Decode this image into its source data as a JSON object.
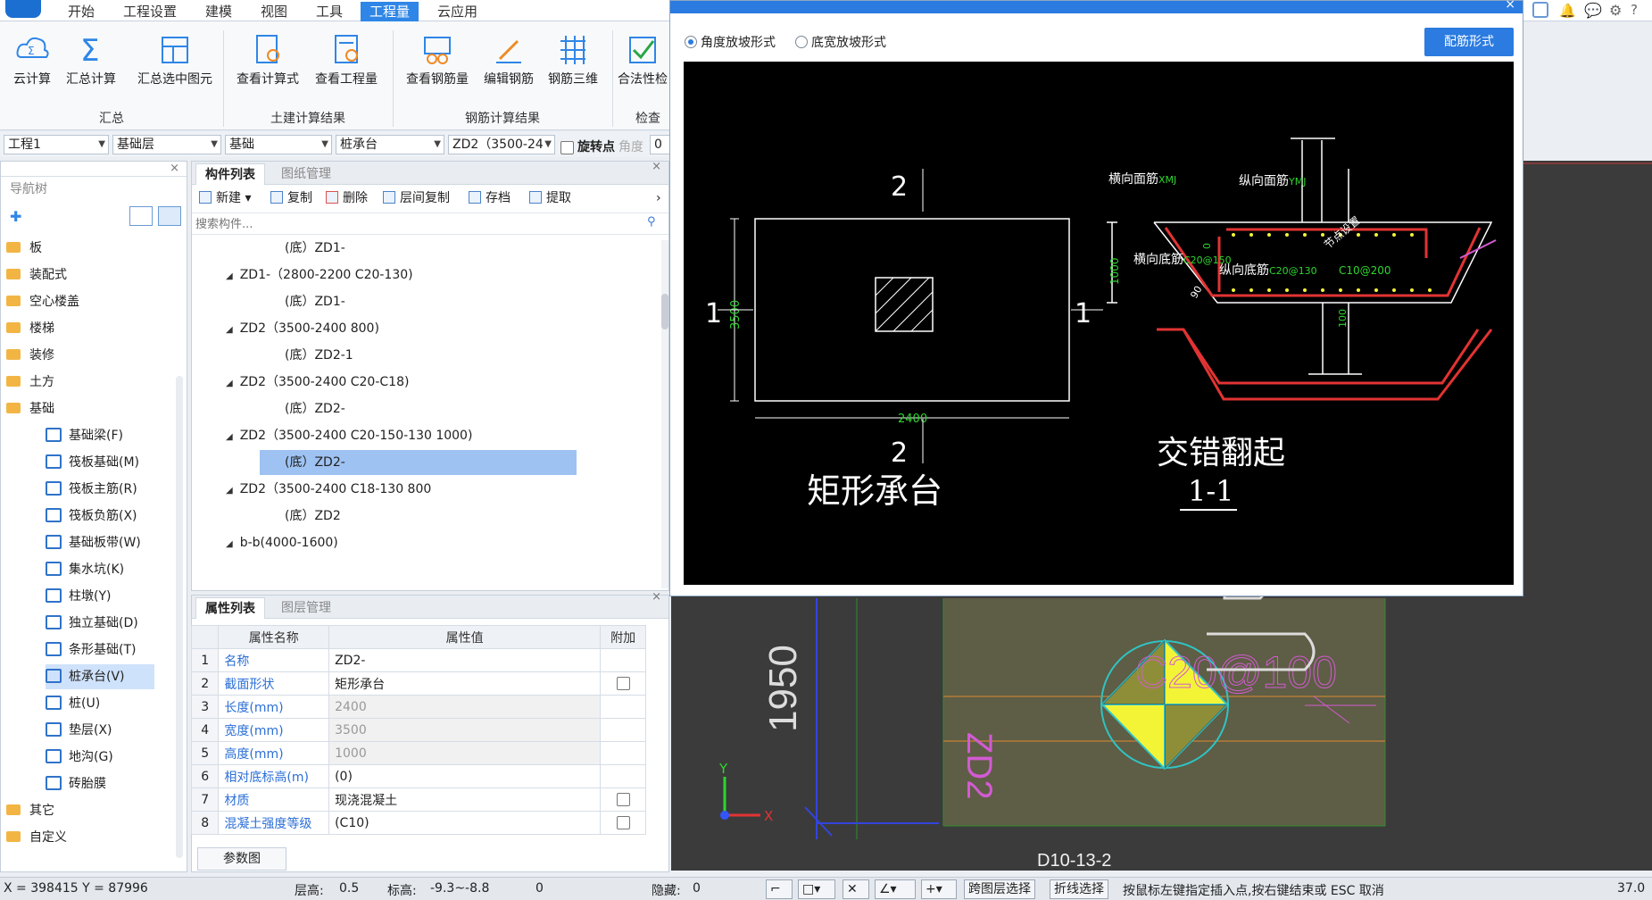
{
  "menu": {
    "items": [
      "开始",
      "工程设置",
      "建模",
      "视图",
      "工具",
      "工程量",
      "云应用"
    ],
    "active_index": 5
  },
  "ribbon": {
    "buttons": [
      "云计算",
      "汇总计算",
      "汇总选中图元",
      "查看计算式",
      "查看工程量",
      "查看钢筋量",
      "编辑钢筋",
      "钢筋三维",
      "合法性检"
    ],
    "groups": [
      "汇总",
      "土建计算结果",
      "钢筋计算结果",
      "检查"
    ]
  },
  "selectors": {
    "project": "工程1",
    "floor": "基础层",
    "category": "基础",
    "type": "桩承台",
    "component": "ZD2（3500-24",
    "rotate_label": "旋转点",
    "angle_placeholder": "角度",
    "angle_value": "0"
  },
  "nav": {
    "title": "导航树",
    "items": [
      {
        "label": "板",
        "level": 0
      },
      {
        "label": "装配式",
        "level": 0
      },
      {
        "label": "空心楼盖",
        "level": 0
      },
      {
        "label": "楼梯",
        "level": 0
      },
      {
        "label": "装修",
        "level": 0
      },
      {
        "label": "土方",
        "level": 0
      },
      {
        "label": "基础",
        "level": 0
      },
      {
        "label": "基础梁(F)",
        "level": 1
      },
      {
        "label": "筏板基础(M)",
        "level": 1
      },
      {
        "label": "筏板主筋(R)",
        "level": 1
      },
      {
        "label": "筏板负筋(X)",
        "level": 1
      },
      {
        "label": "基础板带(W)",
        "level": 1
      },
      {
        "label": "集水坑(K)",
        "level": 1
      },
      {
        "label": "柱墩(Y)",
        "level": 1
      },
      {
        "label": "独立基础(D)",
        "level": 1
      },
      {
        "label": "条形基础(T)",
        "level": 1
      },
      {
        "label": "桩承台(V)",
        "level": 1
      },
      {
        "label": "桩(U)",
        "level": 1
      },
      {
        "label": "垫层(X)",
        "level": 1
      },
      {
        "label": "地沟(G)",
        "level": 1
      },
      {
        "label": "砖胎膜",
        "level": 1
      },
      {
        "label": "其它",
        "level": 0
      },
      {
        "label": "自定义",
        "level": 0
      }
    ],
    "selected_index": 16
  },
  "components": {
    "tabs": [
      "构件列表",
      "图纸管理"
    ],
    "toolbar": [
      "新建",
      "复制",
      "删除",
      "层间复制",
      "存档",
      "提取"
    ],
    "search_placeholder": "搜索构件...",
    "rows": [
      {
        "text": "(底）ZD1-",
        "level": 1
      },
      {
        "text": "ZD1-（2800-2200 C20-130)",
        "level": 0
      },
      {
        "text": "(底）ZD1-",
        "level": 1
      },
      {
        "text": "ZD2（3500-2400  800)",
        "level": 0
      },
      {
        "text": "(底）ZD2-1",
        "level": 1
      },
      {
        "text": "ZD2（3500-2400 C20-C18)",
        "level": 0
      },
      {
        "text": "(底）ZD2-",
        "level": 1
      },
      {
        "text": "ZD2（3500-2400 C20-150-130 1000)",
        "level": 0
      },
      {
        "text": "(底）ZD2-",
        "level": 1
      },
      {
        "text": "ZD2（3500-2400 C18-130 800",
        "level": 0
      },
      {
        "text": "(底）ZD2",
        "level": 1
      },
      {
        "text": "b-b(4000-1600)",
        "level": 0
      }
    ],
    "selected_index": 8
  },
  "properties": {
    "tabs": [
      "属性列表",
      "图层管理"
    ],
    "headers": [
      "属性名称",
      "属性值",
      "附加"
    ],
    "rows": [
      {
        "n": "1",
        "name": "名称",
        "value": "ZD2-",
        "gray": false,
        "check": false
      },
      {
        "n": "2",
        "name": "截面形状",
        "value": "矩形承台",
        "gray": false,
        "check": true
      },
      {
        "n": "3",
        "name": "长度(mm)",
        "value": "2400",
        "gray": true,
        "check": false
      },
      {
        "n": "4",
        "name": "宽度(mm)",
        "value": "3500",
        "gray": true,
        "check": false
      },
      {
        "n": "5",
        "name": "高度(mm)",
        "value": "1000",
        "gray": true,
        "check": false
      },
      {
        "n": "6",
        "name": "相对底标高(m)",
        "value": "(0)",
        "gray": false,
        "check": false
      },
      {
        "n": "7",
        "name": "材质",
        "value": "现浇混凝土",
        "gray": false,
        "check": true
      },
      {
        "n": "8",
        "name": "混凝土强度等级",
        "value": "(C10)",
        "gray": false,
        "check": true
      }
    ],
    "param_button": "参数图"
  },
  "dialog": {
    "radio1": "角度放坡形式",
    "radio2": "底宽放坡形式",
    "config_button": "配筋形式",
    "drawing": {
      "rect_title": "矩形承台",
      "section_title": "交错翻起",
      "section_label": "1-1",
      "dim_width": "2400",
      "dim_height": "3500",
      "dim_depth": "1000",
      "section_marks": [
        "1",
        "2"
      ],
      "rebar_labels": {
        "h_top": "横向面筋",
        "h_top_code": "XMJ",
        "v_top": "纵向面筋",
        "v_top_code": "YMJ",
        "h_bottom": "横向底筋",
        "h_bottom_code": "C20@150",
        "v_bottom": "纵向底筋",
        "v_bottom_code": "C20@130",
        "side_code": "C10@200",
        "node": "节点设置",
        "cover": "0",
        "angle": "90",
        "len": "100"
      }
    }
  },
  "cad": {
    "dim_text": "1950",
    "label_zd": "ZD2",
    "rebar_text": "C20@100",
    "tag": "D10-13-2",
    "axis_x": "X",
    "axis_y": "Y"
  },
  "status": {
    "coords": "X = 398415 Y = 87996",
    "floor_height_label": "层高:",
    "floor_height": "0.5",
    "elev_label": "标高:",
    "elev": "-9.3~-8.8",
    "zero": "0",
    "hidden_label": "隐藏:",
    "hidden": "0",
    "cross_layer": "跨图层选择",
    "polyline": "折线选择",
    "hint": "按鼠标左键指定插入点,按右键结束或 ESC 取消",
    "right_value": "37.0"
  },
  "colors": {
    "accent": "#2b7be0",
    "cad_bg": "#3b3b3b",
    "selection": "#9ec2f2"
  }
}
